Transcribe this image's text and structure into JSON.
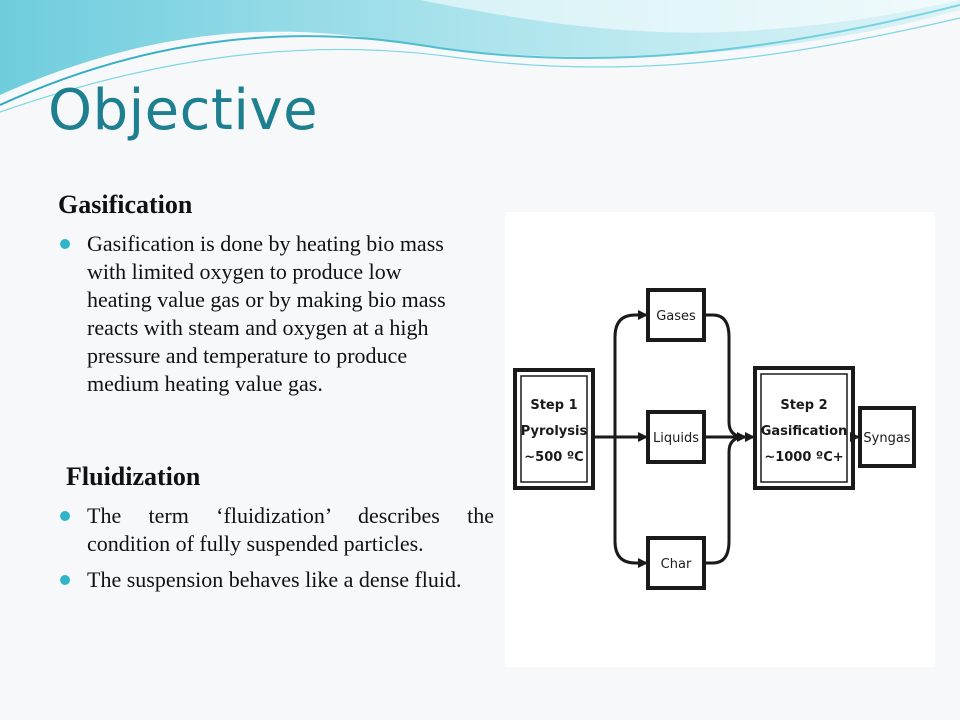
{
  "title": "Objective",
  "gasification": {
    "heading": "Gasification",
    "bullets": [
      "Gasification is done by heating bio mass with limited oxygen to produce low heating value gas or by making bio mass reacts with steam and oxygen at a high pressure and temperature to produce medium heating value gas."
    ]
  },
  "fluidization": {
    "heading": "Fluidization",
    "bullets": [
      "The term ‘fluidization’ describes the condition of fully suspended particles.",
      "The suspension behaves like a dense fluid."
    ]
  },
  "diagram": {
    "step1": [
      "Step 1",
      "Pyrolysis",
      "~500 ºC"
    ],
    "products": [
      "Gases",
      "Liquids",
      "Char"
    ],
    "step2": [
      "Step 2",
      "Gasification",
      "~1000 ºC+"
    ],
    "output": "Syngas"
  },
  "colors": {
    "title": "#1d7f8f",
    "bullet": "#2fb6c9",
    "wave": "#4cc3d6"
  }
}
